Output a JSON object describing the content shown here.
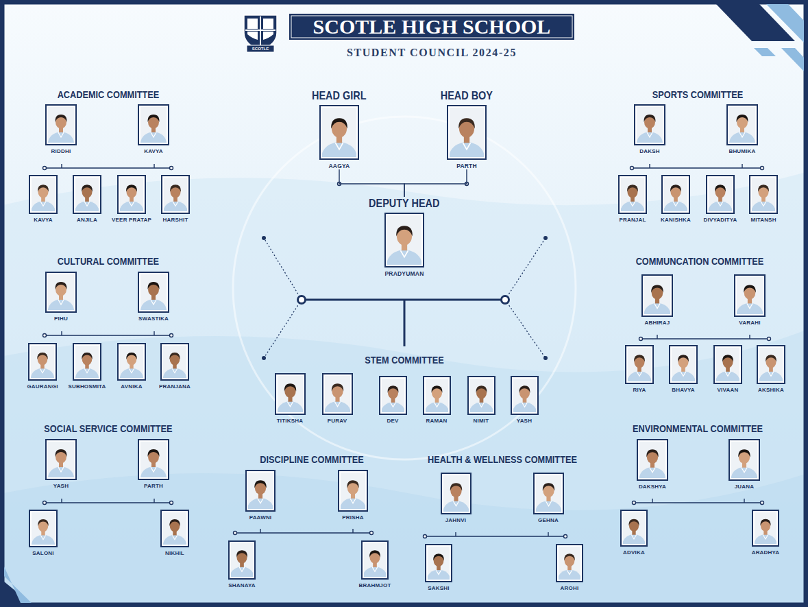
{
  "diagram": {
    "title": "SCOTLE HIGH SCHOOL",
    "nodes": [
      {
        "text": [
          "RIDDHI"
        ]
      },
      {
        "text": [
          "KAVYA"
        ]
      },
      {
        "text": [
          "KAVYA"
        ]
      },
      {
        "text": [
          "ANJILA"
        ]
      },
      {
        "text": [
          "VEER PRATAP"
        ]
      },
      {
        "text": [
          "HARSHIT"
        ]
      },
      {
        "text": [
          "PIHU"
        ]
      },
      {
        "text": [
          "SWASTIKA"
        ]
      },
      {
        "text": [
          "GAURANGI"
        ]
      },
      {
        "text": [
          "SUBHOSMITA"
        ]
      },
      {
        "text": [
          "AVNIKA"
        ]
      },
      {
        "text": [
          "PRANJANA"
        ]
      },
      {
        "text": [
          "YASH"
        ]
      },
      {
        "text": [
          "PARTH"
        ]
      },
      {
        "text": [
          "SALONI"
        ]
      },
      {
        "text": [
          "NIKHIL"
        ]
      },
      {
        "text": [
          "HEAD GIRL",
          "AAGYA"
        ]
      },
      {
        "text": [
          "HEAD BOY",
          "PARTH"
        ]
      },
      {
        "text": [
          "DEPUTY HEAD",
          "PRADYUMAN"
        ]
      },
      {
        "text": [
          "TITIKSHA"
        ]
      },
      {
        "text": [
          "PURAV"
        ]
      },
      {
        "text": [
          "DEV"
        ]
      },
      {
        "text": [
          "RAMAN"
        ]
      },
      {
        "text": [
          "NIMIT"
        ]
      },
      {
        "text": [
          "YASH"
        ]
      },
      {
        "text": [
          "PAAWNI"
        ]
      },
      {
        "text": [
          "PRISHA"
        ]
      },
      {
        "text": [
          "SHANAYA"
        ]
      },
      {
        "text": [
          "BRAHMJOT"
        ]
      },
      {
        "text": [
          "JAHNVI"
        ]
      },
      {
        "text": [
          "GEHNA"
        ]
      },
      {
        "text": [
          "SAKSHI"
        ]
      },
      {
        "text": [
          "AROHI"
        ]
      },
      {
        "text": [
          "DAKSH"
        ]
      },
      {
        "text": [
          "BHUMIKA"
        ]
      },
      {
        "text": [
          "PRANJAL"
        ]
      },
      {
        "text": [
          "KANISHKA"
        ]
      },
      {
        "text": [
          "DIVYADITYA"
        ]
      },
      {
        "text": [
          "MITANSH"
        ]
      },
      {
        "text": [
          "ABHIRAJ"
        ]
      },
      {
        "text": [
          "VARAHI"
        ]
      },
      {
        "text": [
          "RIYA"
        ]
      },
      {
        "text": [
          "BHAVYA"
        ]
      },
      {
        "text": [
          "VIVAAN"
        ]
      },
      {
        "text": [
          "AKSHIKA"
        ]
      },
      {
        "text": [
          "DAKSHYA"
        ]
      },
      {
        "text": [
          "JUANA"
        ]
      },
      {
        "text": [
          "ADVIKA"
        ]
      },
      {
        "text": [
          "ARADHYA"
        ]
      }
    ],
    "edges": [
      {
        "from": 16,
        "to": 18,
        "arrow": "none"
      },
      {
        "from": 17,
        "to": 18,
        "arrow": "none"
      }
    ],
    "labels": [
      "STUDENT COUNCIL 2024-25",
      "SCOTLE",
      "ACADEMIC COMMITTEE",
      "CULTURAL COMMITTEE",
      "SOCIAL SERVICE COMMITTEE",
      "STEM COMMITTEE",
      "DISCIPLINE COMMITTEE",
      "HEALTH & WELLNESS COMMITTEE",
      "SPORTS COMMITTEE",
      "COMMUNCATION COMMITTEE",
      "ENVIRONMENTAL COMMITTEE"
    ]
  }
}
